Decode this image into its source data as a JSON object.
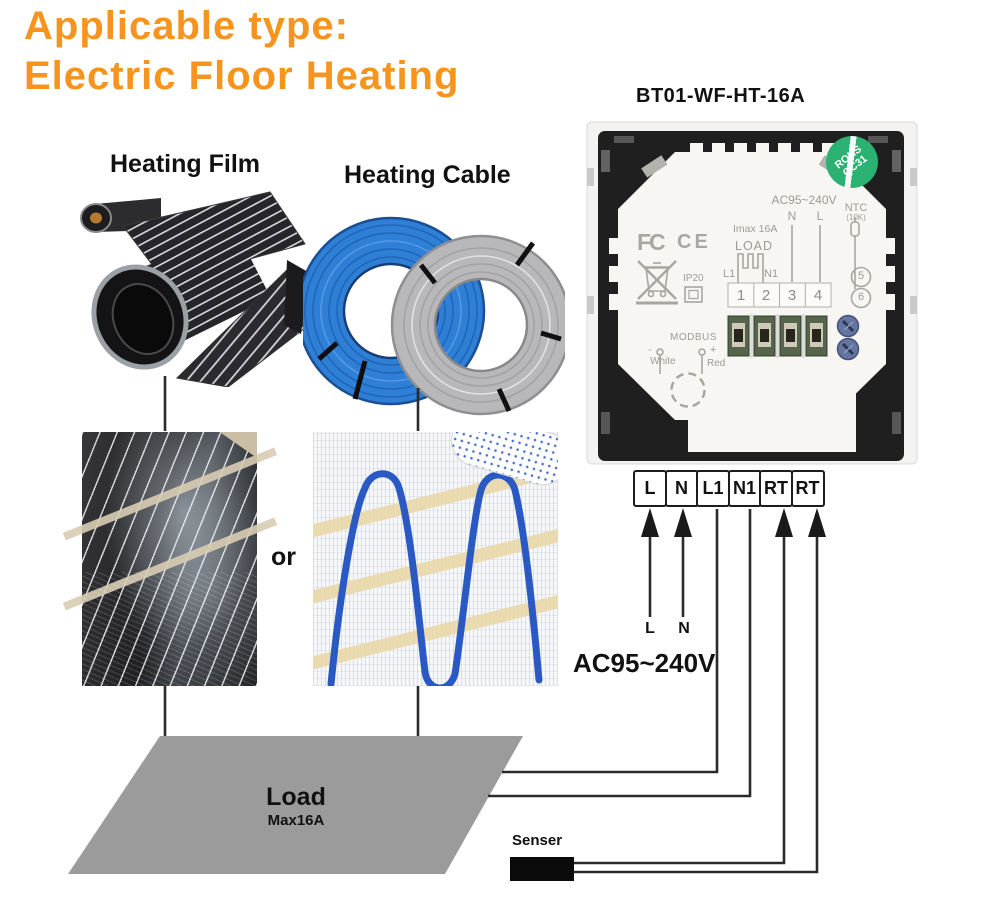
{
  "header": {
    "line1": "Applicable type:",
    "line2": "Electric Floor Heating",
    "accent_color": "#F7941E"
  },
  "products": {
    "film_label": "Heating Film",
    "cable_label": "Heating Cable",
    "or_label": "or"
  },
  "thermostat": {
    "model": "BT01-WF-HT-16A",
    "sticker_line1": "ROHS",
    "sticker_line2": "QC31",
    "voltage": "AC95~240V",
    "n": "N",
    "l": "L",
    "ntc": "NTC",
    "ntc_sub": "(10K)",
    "imax": "Imax 16A",
    "load": "LOAD",
    "l1": "L1",
    "n1": "N1",
    "terminal_numbers": [
      "1",
      "2",
      "3",
      "4"
    ],
    "fcc": "FC",
    "ce": "CE",
    "ip20": "IP20",
    "modbus": "MODBUS",
    "minus": "-",
    "plus": "+",
    "white": "White",
    "red": "Red",
    "sensor_terminal_5": "5",
    "sensor_terminal_6": "6"
  },
  "wiring": {
    "terminals": [
      "L",
      "N",
      "L1",
      "N1",
      "RT",
      "RT"
    ],
    "live": "L",
    "neutral": "N",
    "supply": "AC95~240V",
    "load_title": "Load",
    "load_sub": "Max16A",
    "sensor_label": "Senser"
  },
  "colors": {
    "accent_orange": "#F7941E",
    "sticker_green": "#2bb273",
    "cable_blue": "#2e7fd6",
    "cable_gray": "#b8b8ba",
    "load_gray": "#9b9b9b",
    "wire": "#2b2b2b"
  }
}
